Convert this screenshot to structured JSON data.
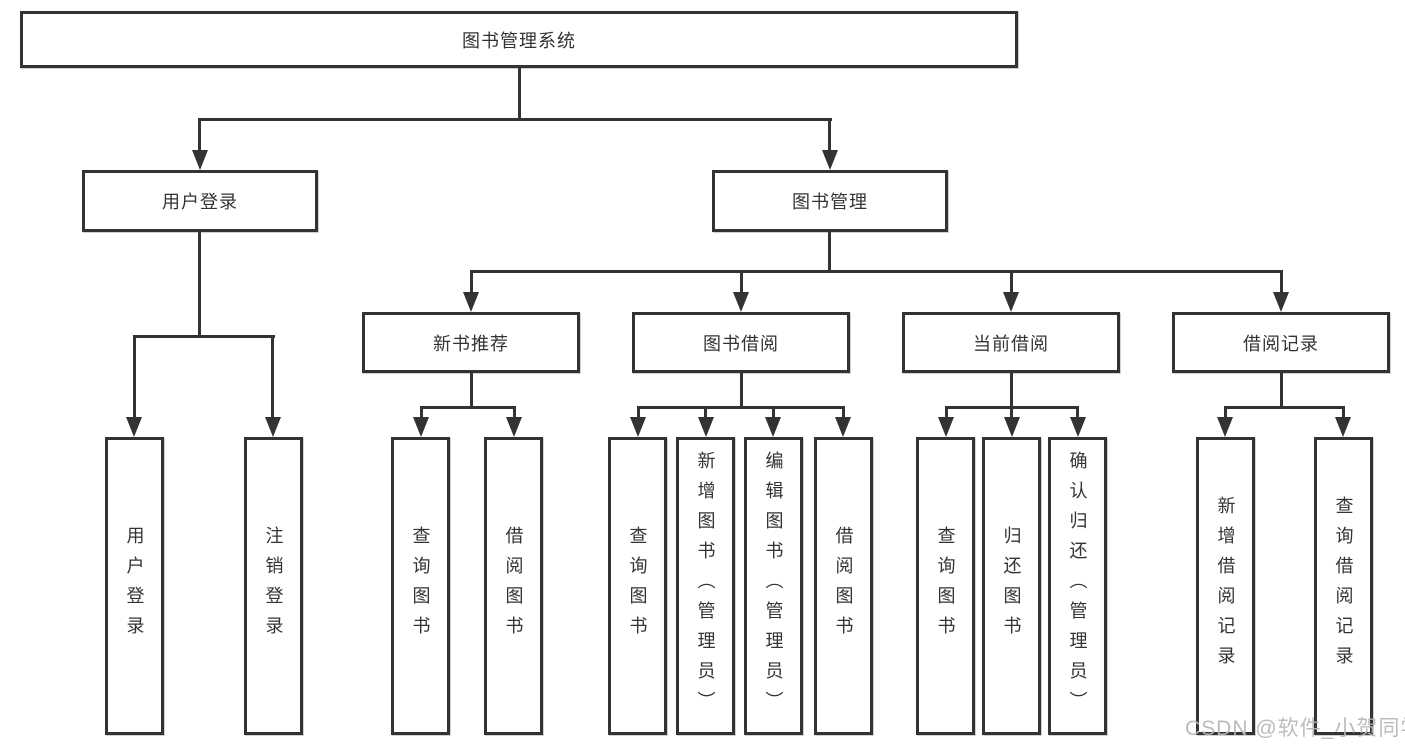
{
  "diagram": {
    "root": "图书管理系统",
    "level2": [
      "用户登录",
      "图书管理"
    ],
    "level3": [
      "新书推荐",
      "图书借阅",
      "当前借阅",
      "借阅记录"
    ],
    "leaves": {
      "user_login": [
        "用户登录",
        "注销登录"
      ],
      "new_book_recommendation": [
        "查询图书",
        "借阅图书"
      ],
      "book_borrowing": [
        "查询图书",
        "新增图书（管理员）",
        "编辑图书（管理员）",
        "借阅图书"
      ],
      "current_borrowing": [
        "查询图书",
        "归还图书",
        "确认归还（管理员）"
      ],
      "borrowing_records": [
        "新增借阅记录",
        "查询借阅记录"
      ]
    }
  },
  "watermark": "CSDN @软件_小贺同学",
  "colors": {
    "line": "#333333",
    "text": "#333333",
    "box_background": "#ffffff",
    "watermark": "#b6b6b6",
    "background": "#ffffff"
  }
}
